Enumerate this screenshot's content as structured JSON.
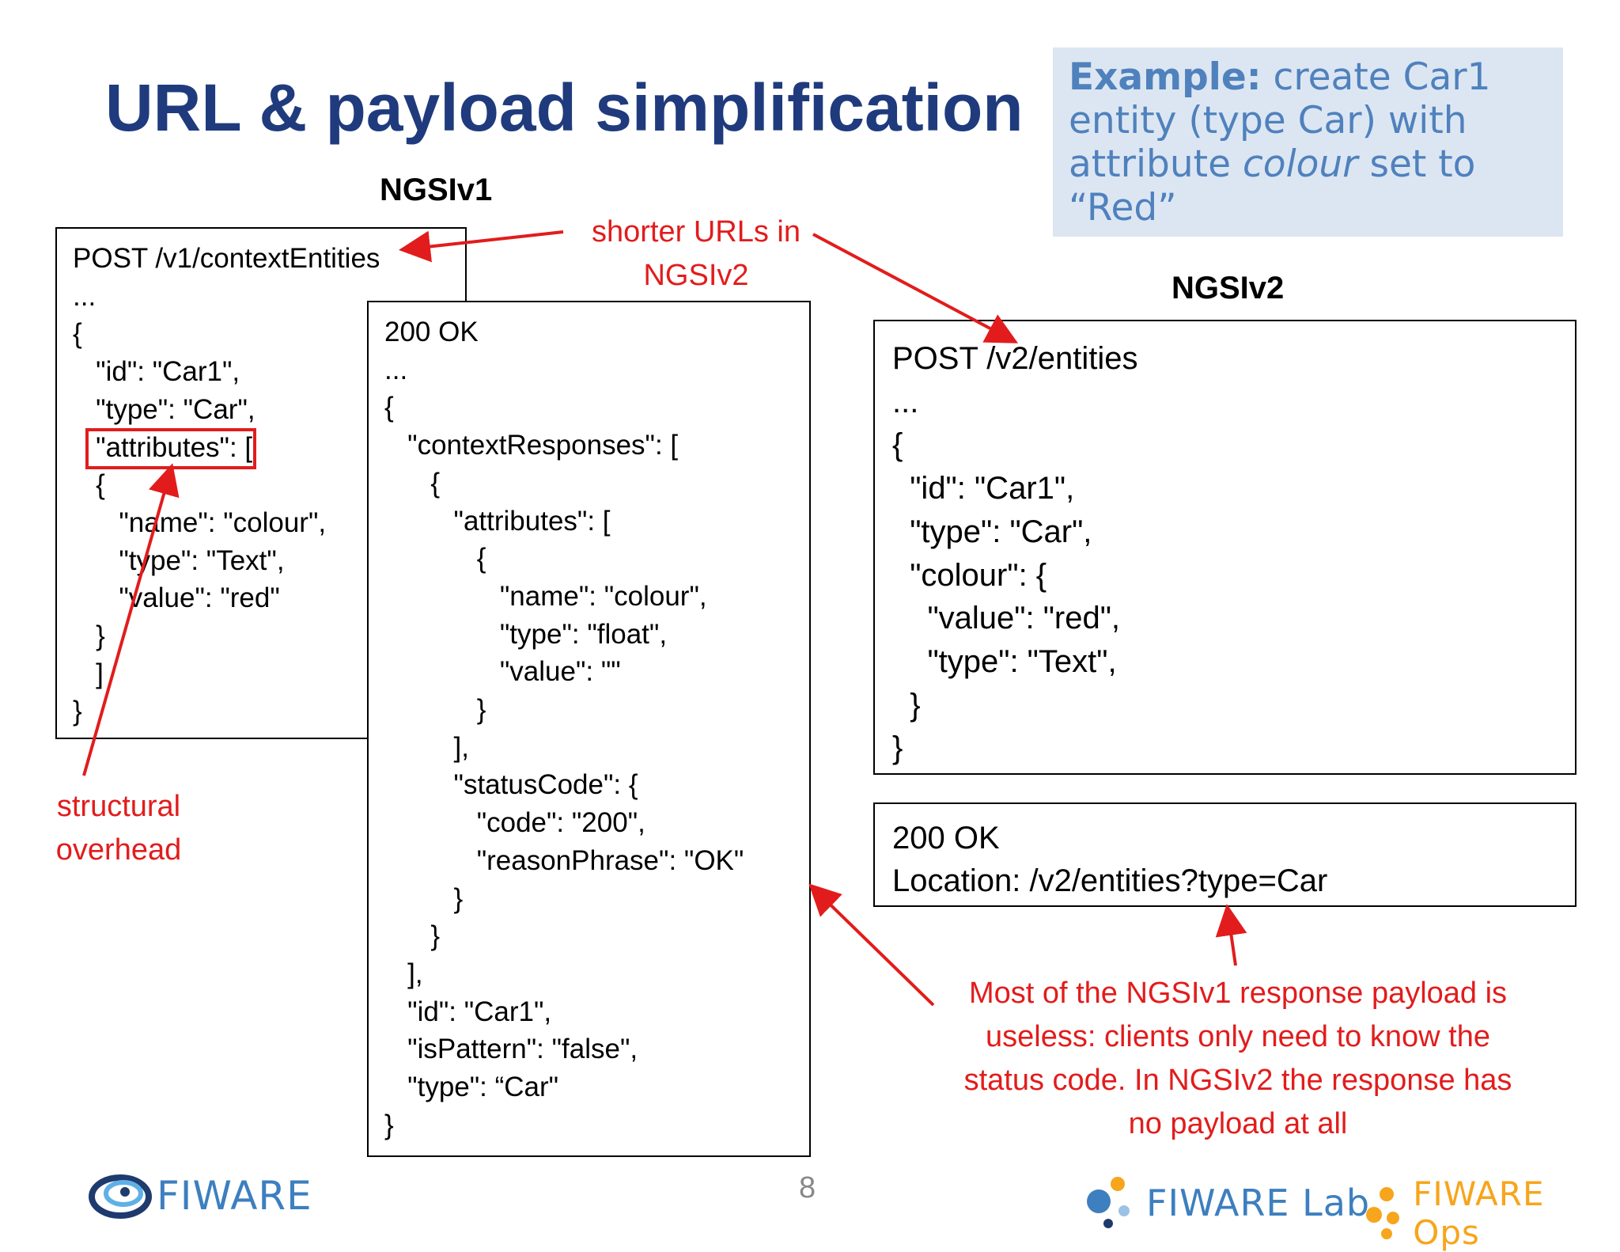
{
  "title": "URL & payload simplification",
  "example": {
    "label": "Example:",
    "text_1": "create Car1 entity (type Car) with attribute",
    "emphasis": "colour",
    "text_2": "set to “Red”"
  },
  "ngsiv1": {
    "heading": "NGSIv1",
    "request_lines": [
      "POST /v1/contextEntities",
      "...",
      "{",
      "   \"id\": \"Car1\",",
      "   \"type\": \"Car\",",
      "   \"attributes\": [",
      "   {",
      "      \"name\": \"colour\",",
      "      \"type\": \"Text\",",
      "      \"value\": \"red\"",
      "   }",
      "   ]",
      "}"
    ],
    "response_lines": [
      "200 OK",
      "...",
      "{",
      "   \"contextResponses\": [",
      "      {",
      "         \"attributes\": [",
      "            {",
      "               \"name\": \"colour\",",
      "               \"type\": \"float\",",
      "               \"value\": \"\"",
      "            }",
      "         ],",
      "         \"statusCode\": {",
      "            \"code\": \"200\",",
      "            \"reasonPhrase\": \"OK\"",
      "         }",
      "      }",
      "   ],",
      "   \"id\": \"Car1\",",
      "   \"isPattern\": \"false\",",
      "   \"type\": “Car\"",
      "}"
    ]
  },
  "ngsiv2": {
    "heading": "NGSIv2",
    "request_lines": [
      "POST /v2/entities",
      "...",
      "{",
      "  \"id\": \"Car1\",",
      "  \"type\": \"Car\",",
      "  \"colour\": {",
      "    \"value\": \"red\",",
      "    \"type\": \"Text\",",
      "  }",
      "}"
    ],
    "response_lines": [
      "200 OK",
      "Location: /v2/entities?type=Car"
    ]
  },
  "annotations": {
    "shorter_urls": [
      "shorter URLs in",
      "NGSIv2"
    ],
    "structural_overhead": [
      "structural",
      "overhead"
    ],
    "useless_payload": [
      "Most of the NGSIv1 response payload is",
      "useless: clients only need to know the",
      "status code. In NGSIv2 the response has",
      "no payload at all"
    ],
    "color": "#e21c1c"
  },
  "footer": {
    "page_number": "8",
    "logos": [
      "FIWARE",
      "FIWARE Lab",
      "FIWARE Ops"
    ]
  }
}
